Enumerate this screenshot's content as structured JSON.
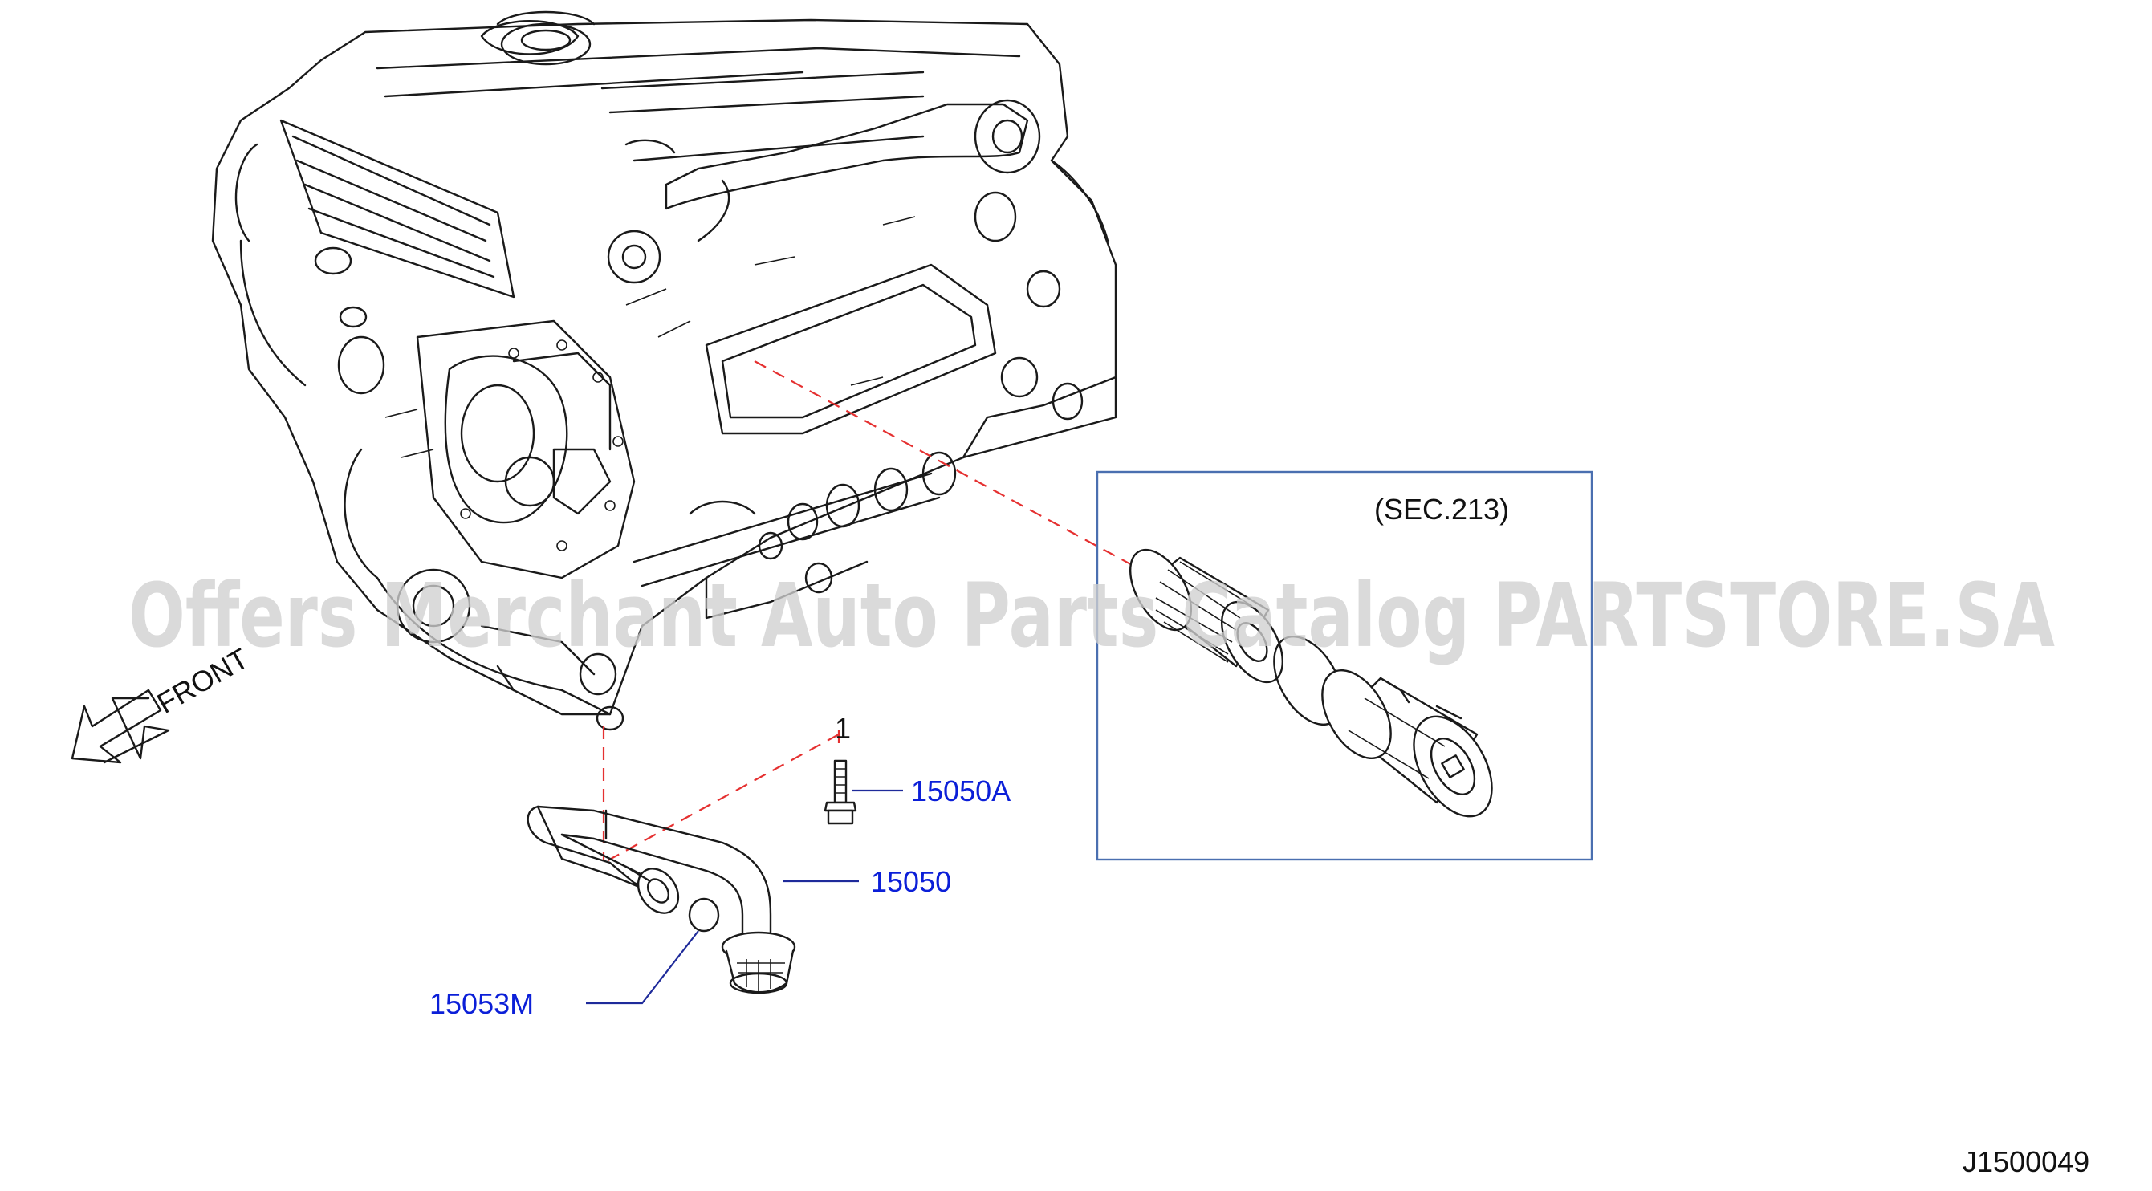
{
  "watermark": "Offers Merchant Auto Parts Catalog PARTSTORE.SA",
  "direction_label": "FRONT",
  "section_ref": "(SEC.213)",
  "diagram_id": "J1500049",
  "callouts": {
    "bolt": "15050A",
    "strainer": "15050",
    "o_ring": "15053M"
  },
  "colors": {
    "callout_text": "#0b1fd8",
    "leader_line": "#1e2a9a",
    "dashed_guide": "#e53030",
    "box_border": "#4a6fb0",
    "watermark": "#cfcfcf"
  }
}
